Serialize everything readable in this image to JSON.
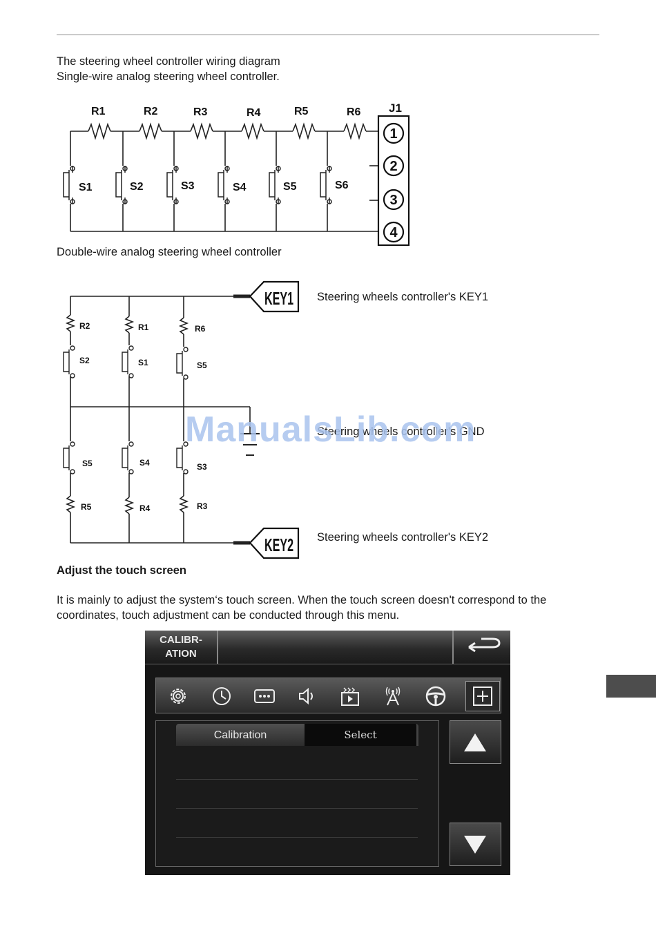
{
  "intro": {
    "line1": "The steering wheel controller wiring diagram",
    "line2": "Single-wire analog steering wheel controller."
  },
  "single_wire": {
    "resistors": [
      "R1",
      "R2",
      "R3",
      "R4",
      "R5",
      "R6"
    ],
    "switches": [
      "S1",
      "S2",
      "S3",
      "S4",
      "S5",
      "S6"
    ],
    "connector": "J1",
    "pins": [
      "1",
      "2",
      "3",
      "4"
    ]
  },
  "double_wire": {
    "heading": "Double-wire analog steering wheel controller",
    "top_resistors": [
      "R2",
      "R1",
      "R6"
    ],
    "top_switches": [
      "S2",
      "S1",
      "S5"
    ],
    "bottom_switches": [
      "S5",
      "S4",
      "S3"
    ],
    "bottom_resistors": [
      "R5",
      "R4",
      "R3"
    ],
    "key1_tag": "KEY1",
    "key2_tag": "KEY2",
    "key1_label": "Steering wheels controller's KEY1",
    "gnd_label": "Steering wheels controller's GND",
    "key2_label": "Steering wheels controller's KEY2"
  },
  "watermark": "ManualsLib.com",
  "section": {
    "title": "Adjust the touch screen",
    "para1": "It is mainly to adjust the system‘s touch screen. When the touch screen doesn't correspond to the",
    "para2": "coordinates, touch adjustment can be conducted through this menu."
  },
  "screen": {
    "title_line1": "CALIBR-",
    "title_line2": "ATION",
    "icons": [
      "gear-icon",
      "clock-icon",
      "more-icon",
      "speaker-icon",
      "media-icon",
      "antenna-icon",
      "steering-wheel-icon",
      "plus-icon"
    ],
    "tab_calibration": "Calibration",
    "tab_select": "Select"
  }
}
